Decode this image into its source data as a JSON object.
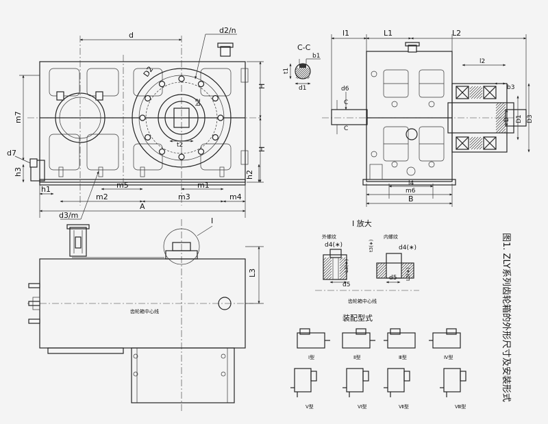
{
  "caption": "图1. ZLY系列齿轮箱的外形尺寸及安装形式",
  "front_view": {
    "dims": {
      "d": "d",
      "d2n": "d2/n",
      "D2": "D2",
      "b2": "b2",
      "t2": "t2",
      "H_upper": "H",
      "H_lower": "H",
      "m7": "m7",
      "d7": "d7",
      "h3": "h3",
      "h1": "h1",
      "m5": "m5",
      "m1": "m1",
      "h2": "h2",
      "m2": "m2",
      "m3": "m3",
      "m4": "m4",
      "A": "A",
      "d3m": "d3/m"
    }
  },
  "side_view": {
    "dims": {
      "l1": "l1",
      "L1": "L1",
      "L2": "L2",
      "l2": "l2",
      "d6": "d6",
      "C_upper": "C",
      "C_lower": "C",
      "b3": "b3",
      "D": "D",
      "D1": "D1",
      "D3": "D3",
      "l4": "l4",
      "m6": "m6",
      "B": "B"
    }
  },
  "section_cc": {
    "title": "C-C",
    "b1": "b1",
    "t1": "t1",
    "d1": "d1"
  },
  "top_view": {
    "label_I": "I",
    "L3": "L3",
    "center_line": "齿轮箱中心线"
  },
  "detail_I": {
    "title": "I 放大",
    "ext_thread": "外螺纹",
    "int_thread": "内螺纹",
    "d4_left": "d4(∗)",
    "d4_right": "d4(∗)",
    "L3_left": "L3(∗)",
    "L3_right": "L3(∗)",
    "t3": "t3(∗)",
    "d5_left": "d5",
    "d5_right": "d5",
    "center_line": "齿轮箱中心线"
  },
  "assembly": {
    "title": "装配型式",
    "types": [
      "Ⅰ型",
      "Ⅱ型",
      "Ⅲ型",
      "Ⅳ型",
      "Ⅴ型",
      "Ⅵ型",
      "Ⅶ型",
      "Ⅷ型"
    ]
  }
}
